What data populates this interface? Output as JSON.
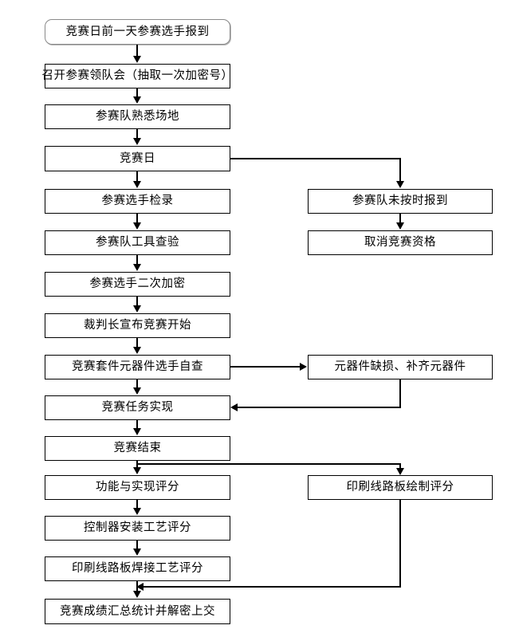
{
  "diagram": {
    "title": "",
    "background_color": "#ffffff",
    "line_color": "#000000",
    "box_border_color": "#000000",
    "start_box_border_color": "#8a8a8a",
    "nodes": {
      "n1": {
        "label": "竞赛日前一天参赛选手报到"
      },
      "n2": {
        "label": "召开参赛领队会（抽取一次加密号）"
      },
      "n3": {
        "label": "参赛队熟悉场地"
      },
      "n4": {
        "label": "竞赛日"
      },
      "n5": {
        "label": "参赛选手检录"
      },
      "n6": {
        "label": "参赛队工具查验"
      },
      "n7": {
        "label": "参赛选手二次加密"
      },
      "n8": {
        "label": "裁判长宣布竞赛开始"
      },
      "n9": {
        "label": "竞赛套件元器件选手自查"
      },
      "n10": {
        "label": "竞赛任务实现"
      },
      "n11": {
        "label": "竞赛结束"
      },
      "n12": {
        "label": "功能与实现评分"
      },
      "n13": {
        "label": "控制器安装工艺评分"
      },
      "n14": {
        "label": "印刷线路板焊接工艺评分"
      },
      "n15": {
        "label": "竞赛成绩汇总统计并解密上交"
      },
      "r1": {
        "label": "参赛队未按时报到"
      },
      "r2": {
        "label": "取消竞赛资格"
      },
      "r3": {
        "label": "元器件缺损、补齐元器件"
      },
      "r4": {
        "label": "印刷线路板绘制评分"
      }
    },
    "edges": [
      {
        "from": "n1",
        "to": "n2",
        "kind": "down-arrow"
      },
      {
        "from": "n2",
        "to": "n3",
        "kind": "down-arrow"
      },
      {
        "from": "n3",
        "to": "n4",
        "kind": "down-arrow"
      },
      {
        "from": "n4",
        "to": "n5",
        "kind": "down-arrow"
      },
      {
        "from": "n4",
        "to": "r1",
        "kind": "right-then-down-arrow"
      },
      {
        "from": "r1",
        "to": "r2",
        "kind": "down-arrow"
      },
      {
        "from": "n5",
        "to": "n6",
        "kind": "down-arrow"
      },
      {
        "from": "n6",
        "to": "n7",
        "kind": "down-arrow"
      },
      {
        "from": "n7",
        "to": "n8",
        "kind": "down-arrow"
      },
      {
        "from": "n8",
        "to": "n9",
        "kind": "down-arrow"
      },
      {
        "from": "n9",
        "to": "r3",
        "kind": "right-arrow"
      },
      {
        "from": "n9",
        "to": "n10",
        "kind": "down-arrow"
      },
      {
        "from": "r3",
        "to": "n10",
        "kind": "down-then-left-arrow"
      },
      {
        "from": "n10",
        "to": "n11",
        "kind": "down-arrow"
      },
      {
        "from": "n11",
        "to": "n12",
        "kind": "down-arrow"
      },
      {
        "from": "n11",
        "to": "r4",
        "kind": "right-then-down-arrow"
      },
      {
        "from": "n12",
        "to": "n13",
        "kind": "down-arrow"
      },
      {
        "from": "n13",
        "to": "n14",
        "kind": "down-arrow"
      },
      {
        "from": "n14",
        "to": "n15",
        "kind": "down-arrow"
      },
      {
        "from": "r4",
        "to": "n15",
        "kind": "down-then-left-arrow"
      }
    ]
  }
}
